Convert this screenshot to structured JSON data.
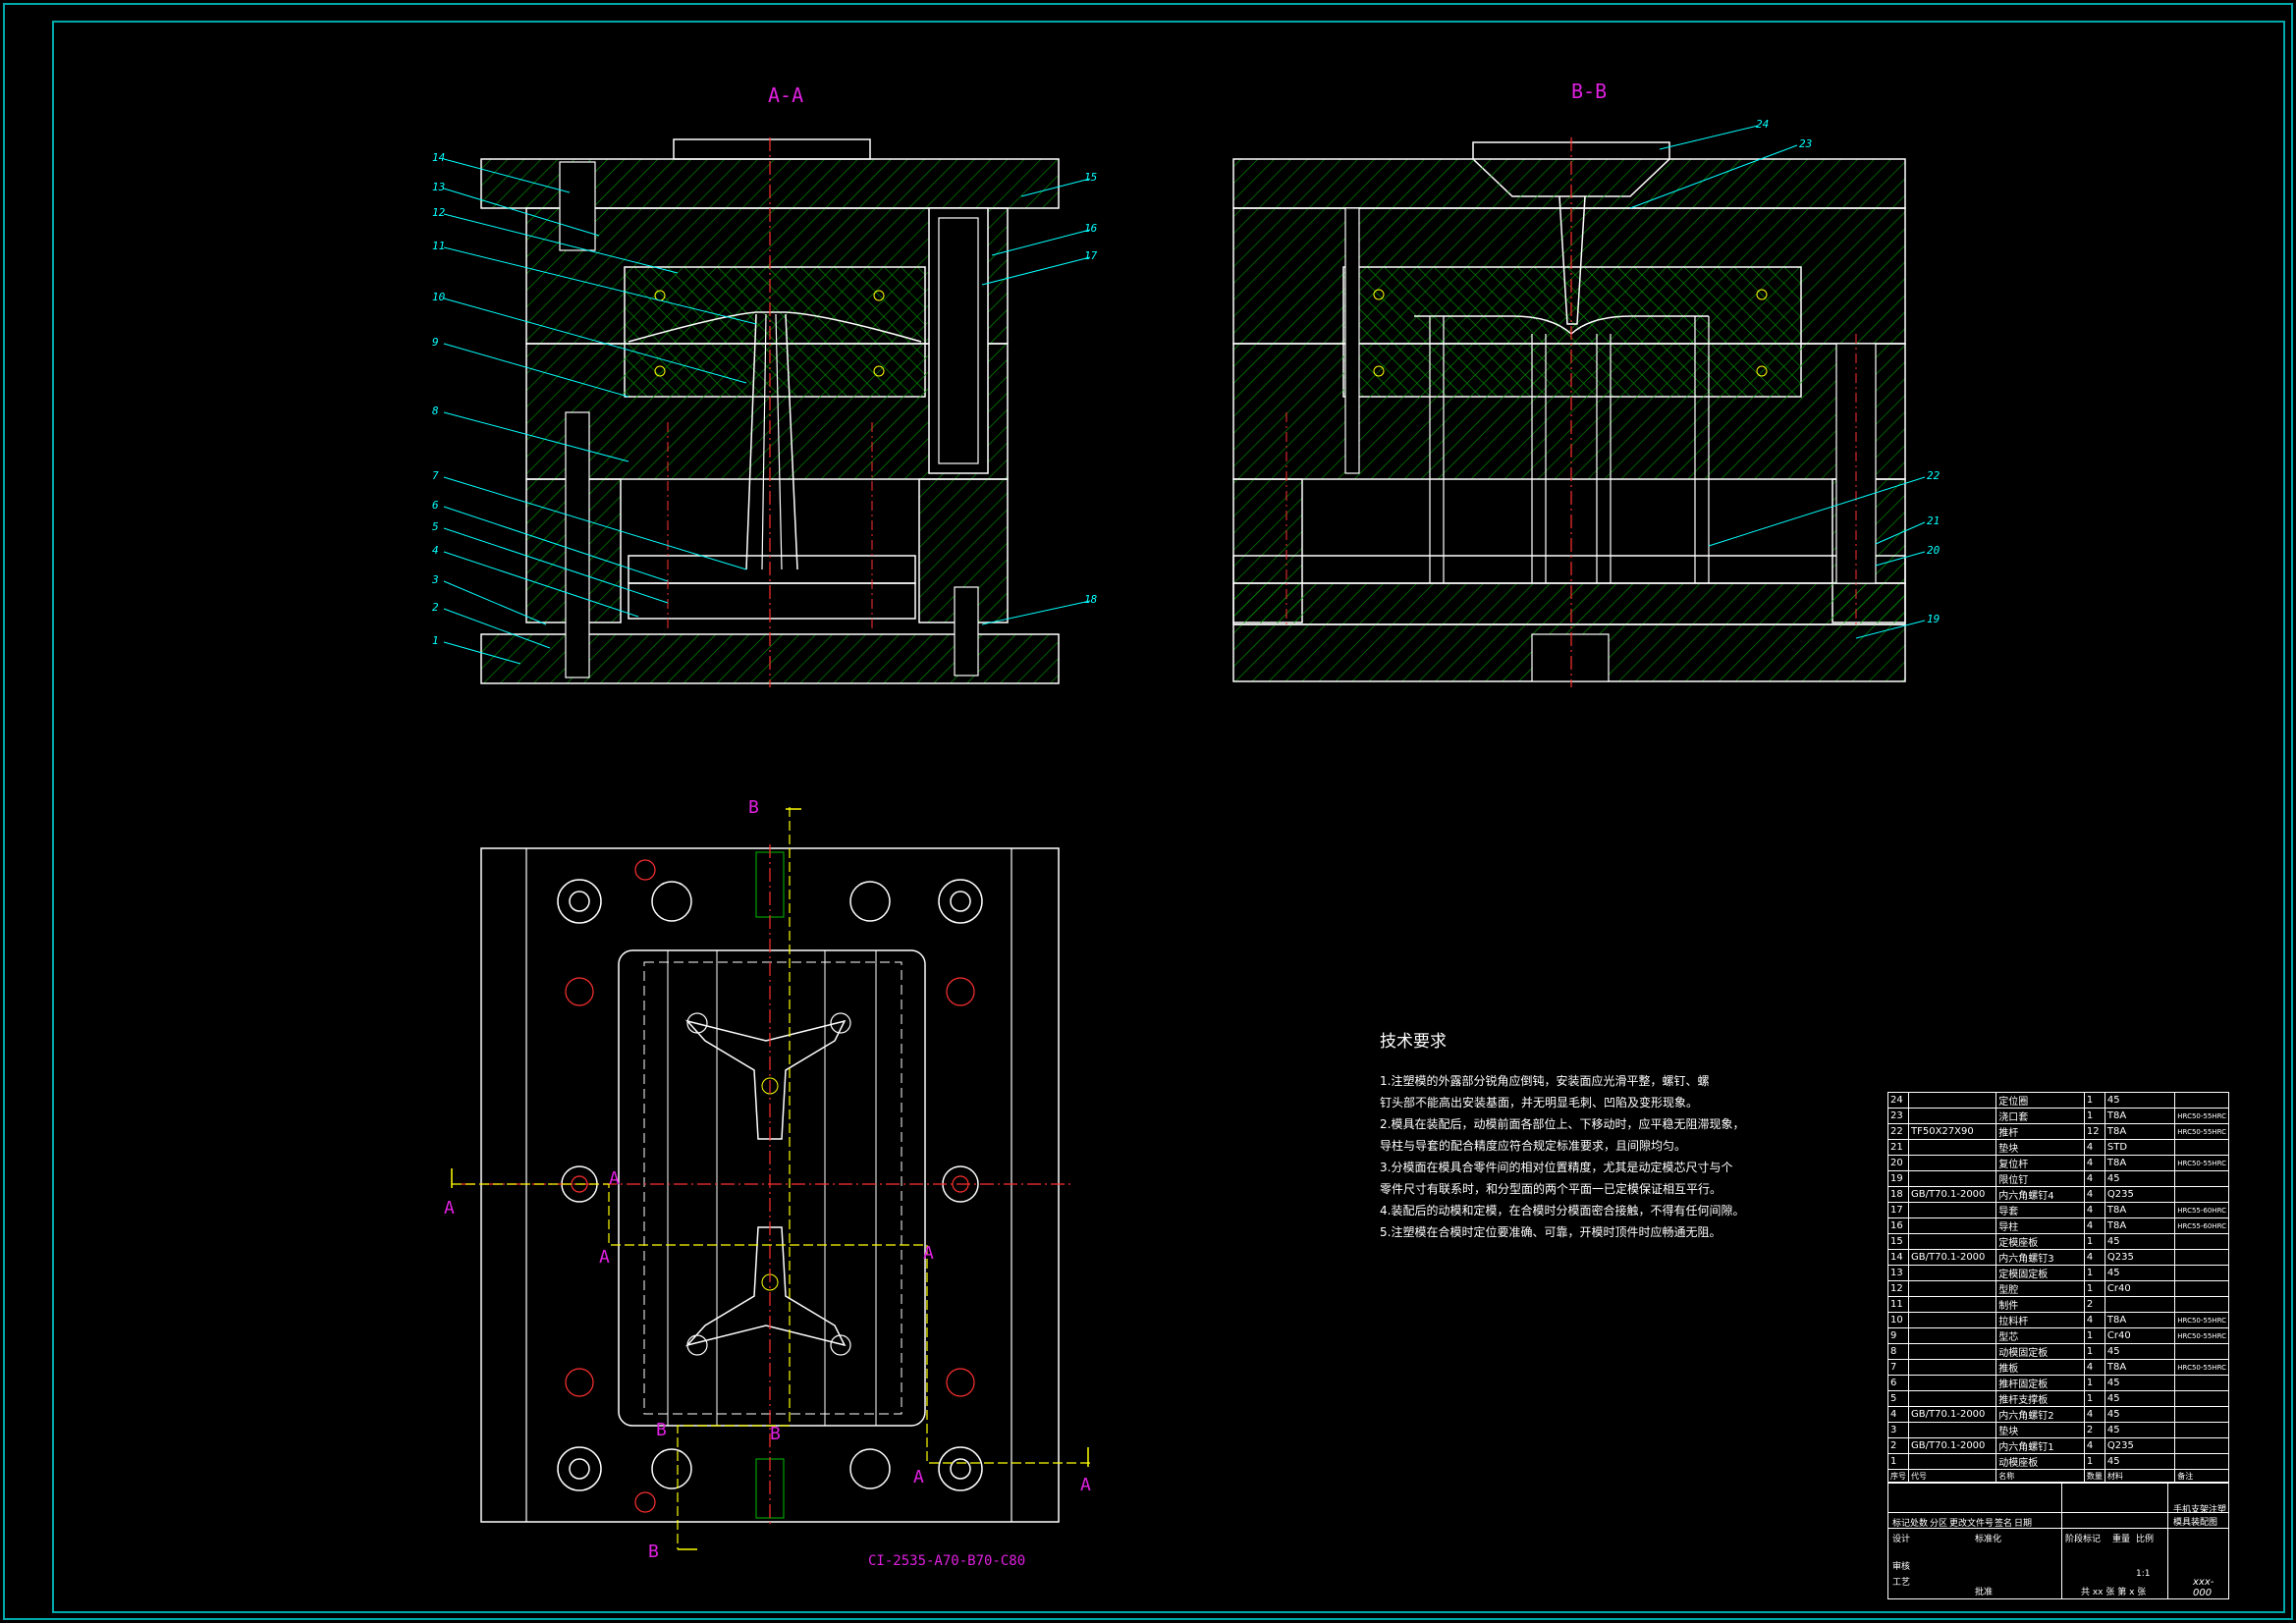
{
  "views": {
    "section_aa": "A-A",
    "section_bb": "B-B",
    "plan_code": "CI-2535-A70-B70-C80"
  },
  "section_markers": {
    "a": "A",
    "b": "B"
  },
  "callouts_aa": [
    "14",
    "13",
    "12",
    "11",
    "10",
    "9",
    "8",
    "7",
    "6",
    "5",
    "4",
    "3",
    "2",
    "1",
    "15",
    "16",
    "17",
    "18"
  ],
  "callouts_bb": [
    "24",
    "23",
    "22",
    "21",
    "20",
    "19"
  ],
  "tech_requirements": {
    "title": "技术要求",
    "items": [
      "1.注塑模的外露部分锐角应倒钝，安装面应光滑平整，螺钉、螺",
      "  钉头部不能高出安装基面，并无明显毛刺、凹陷及变形现象。",
      "2.模具在装配后，动模前面各部位上、下移动时，应平稳无阻滞现象，",
      "  导柱与导套的配合精度应符合规定标准要求，且间隙均匀。",
      "3.分模面在模具合零件间的相对位置精度，尤其是动定模芯尺寸与个",
      "  零件尺寸有联系时，和分型面的两个平面一已定模保证相互平行。",
      "4.装配后的动模和定模，在合模时分模面密合接触，不得有任何间隙。",
      "5.注塑模在合模时定位要准确、可靠，开模时顶件时应畅通无阻。"
    ]
  },
  "bom": [
    [
      "24",
      "",
      "定位圈",
      "1",
      "45",
      ""
    ],
    [
      "23",
      "",
      "浇口套",
      "1",
      "T8A",
      "HRC50-55HRC"
    ],
    [
      "22",
      "TF50X27X90",
      "推杆",
      "12",
      "T8A",
      "HRC50-55HRC"
    ],
    [
      "21",
      "",
      "垫块",
      "4",
      "STD",
      ""
    ],
    [
      "20",
      "",
      "复位杆",
      "4",
      "T8A",
      "HRC50-55HRC"
    ],
    [
      "19",
      "",
      "限位钉",
      "4",
      "45",
      ""
    ],
    [
      "18",
      "GB/T70.1-2000",
      "内六角螺钉4",
      "4",
      "Q235",
      ""
    ],
    [
      "17",
      "",
      "导套",
      "4",
      "T8A",
      "HRC55-60HRC"
    ],
    [
      "16",
      "",
      "导柱",
      "4",
      "T8A",
      "HRC55-60HRC"
    ],
    [
      "15",
      "",
      "定模座板",
      "1",
      "45",
      ""
    ],
    [
      "14",
      "GB/T70.1-2000",
      "内六角螺钉3",
      "4",
      "Q235",
      ""
    ],
    [
      "13",
      "",
      "定模固定板",
      "1",
      "45",
      ""
    ],
    [
      "12",
      "",
      "型腔",
      "1",
      "Cr40",
      ""
    ],
    [
      "11",
      "",
      "制件",
      "2",
      "",
      ""
    ],
    [
      "10",
      "",
      "拉料杆",
      "4",
      "T8A",
      "HRC50-55HRC"
    ],
    [
      "9",
      "",
      "型芯",
      "1",
      "Cr40",
      "HRC50-55HRC"
    ],
    [
      "8",
      "",
      "动模固定板",
      "1",
      "45",
      ""
    ],
    [
      "7",
      "",
      "推板",
      "4",
      "T8A",
      "HRC50-55HRC"
    ],
    [
      "6",
      "",
      "推杆固定板",
      "1",
      "45",
      ""
    ],
    [
      "5",
      "",
      "推杆支撑板",
      "1",
      "45",
      ""
    ],
    [
      "4",
      "GB/T70.1-2000",
      "内六角螺钉2",
      "4",
      "45",
      ""
    ],
    [
      "3",
      "",
      "垫块",
      "2",
      "45",
      ""
    ],
    [
      "2",
      "GB/T70.1-2000",
      "内六角螺钉1",
      "4",
      "Q235",
      ""
    ],
    [
      "1",
      "",
      "动模座板",
      "1",
      "45",
      ""
    ]
  ],
  "bom_header": [
    "序号",
    "代号",
    "名称",
    "数量",
    "材料",
    "备注"
  ],
  "title_block": {
    "drawing_title": "手机支架注塑模具装配图",
    "drawing_no": "xxx-000",
    "scale": "1:1",
    "sheets": "共 xx 张  第 x 张",
    "design": "设计",
    "review": "审核",
    "process": "工艺",
    "approve": "批准",
    "mark": "标记",
    "count": "处数",
    "zone": "分区",
    "doc_no": "更改文件号",
    "sign": "签名",
    "date": "日期",
    "stage_mark": "阶段标记",
    "weight": "重量",
    "ratio": "比例",
    "standard": "标准化"
  },
  "colors": {
    "background": "#000000",
    "outline": "#ffffff",
    "hatch": "#00aa00",
    "center_line": "#ff3030",
    "leader": "#00ffff",
    "label_magenta": "#e020e0",
    "yellow": "#ffff00",
    "frame": "#00aaaa"
  }
}
